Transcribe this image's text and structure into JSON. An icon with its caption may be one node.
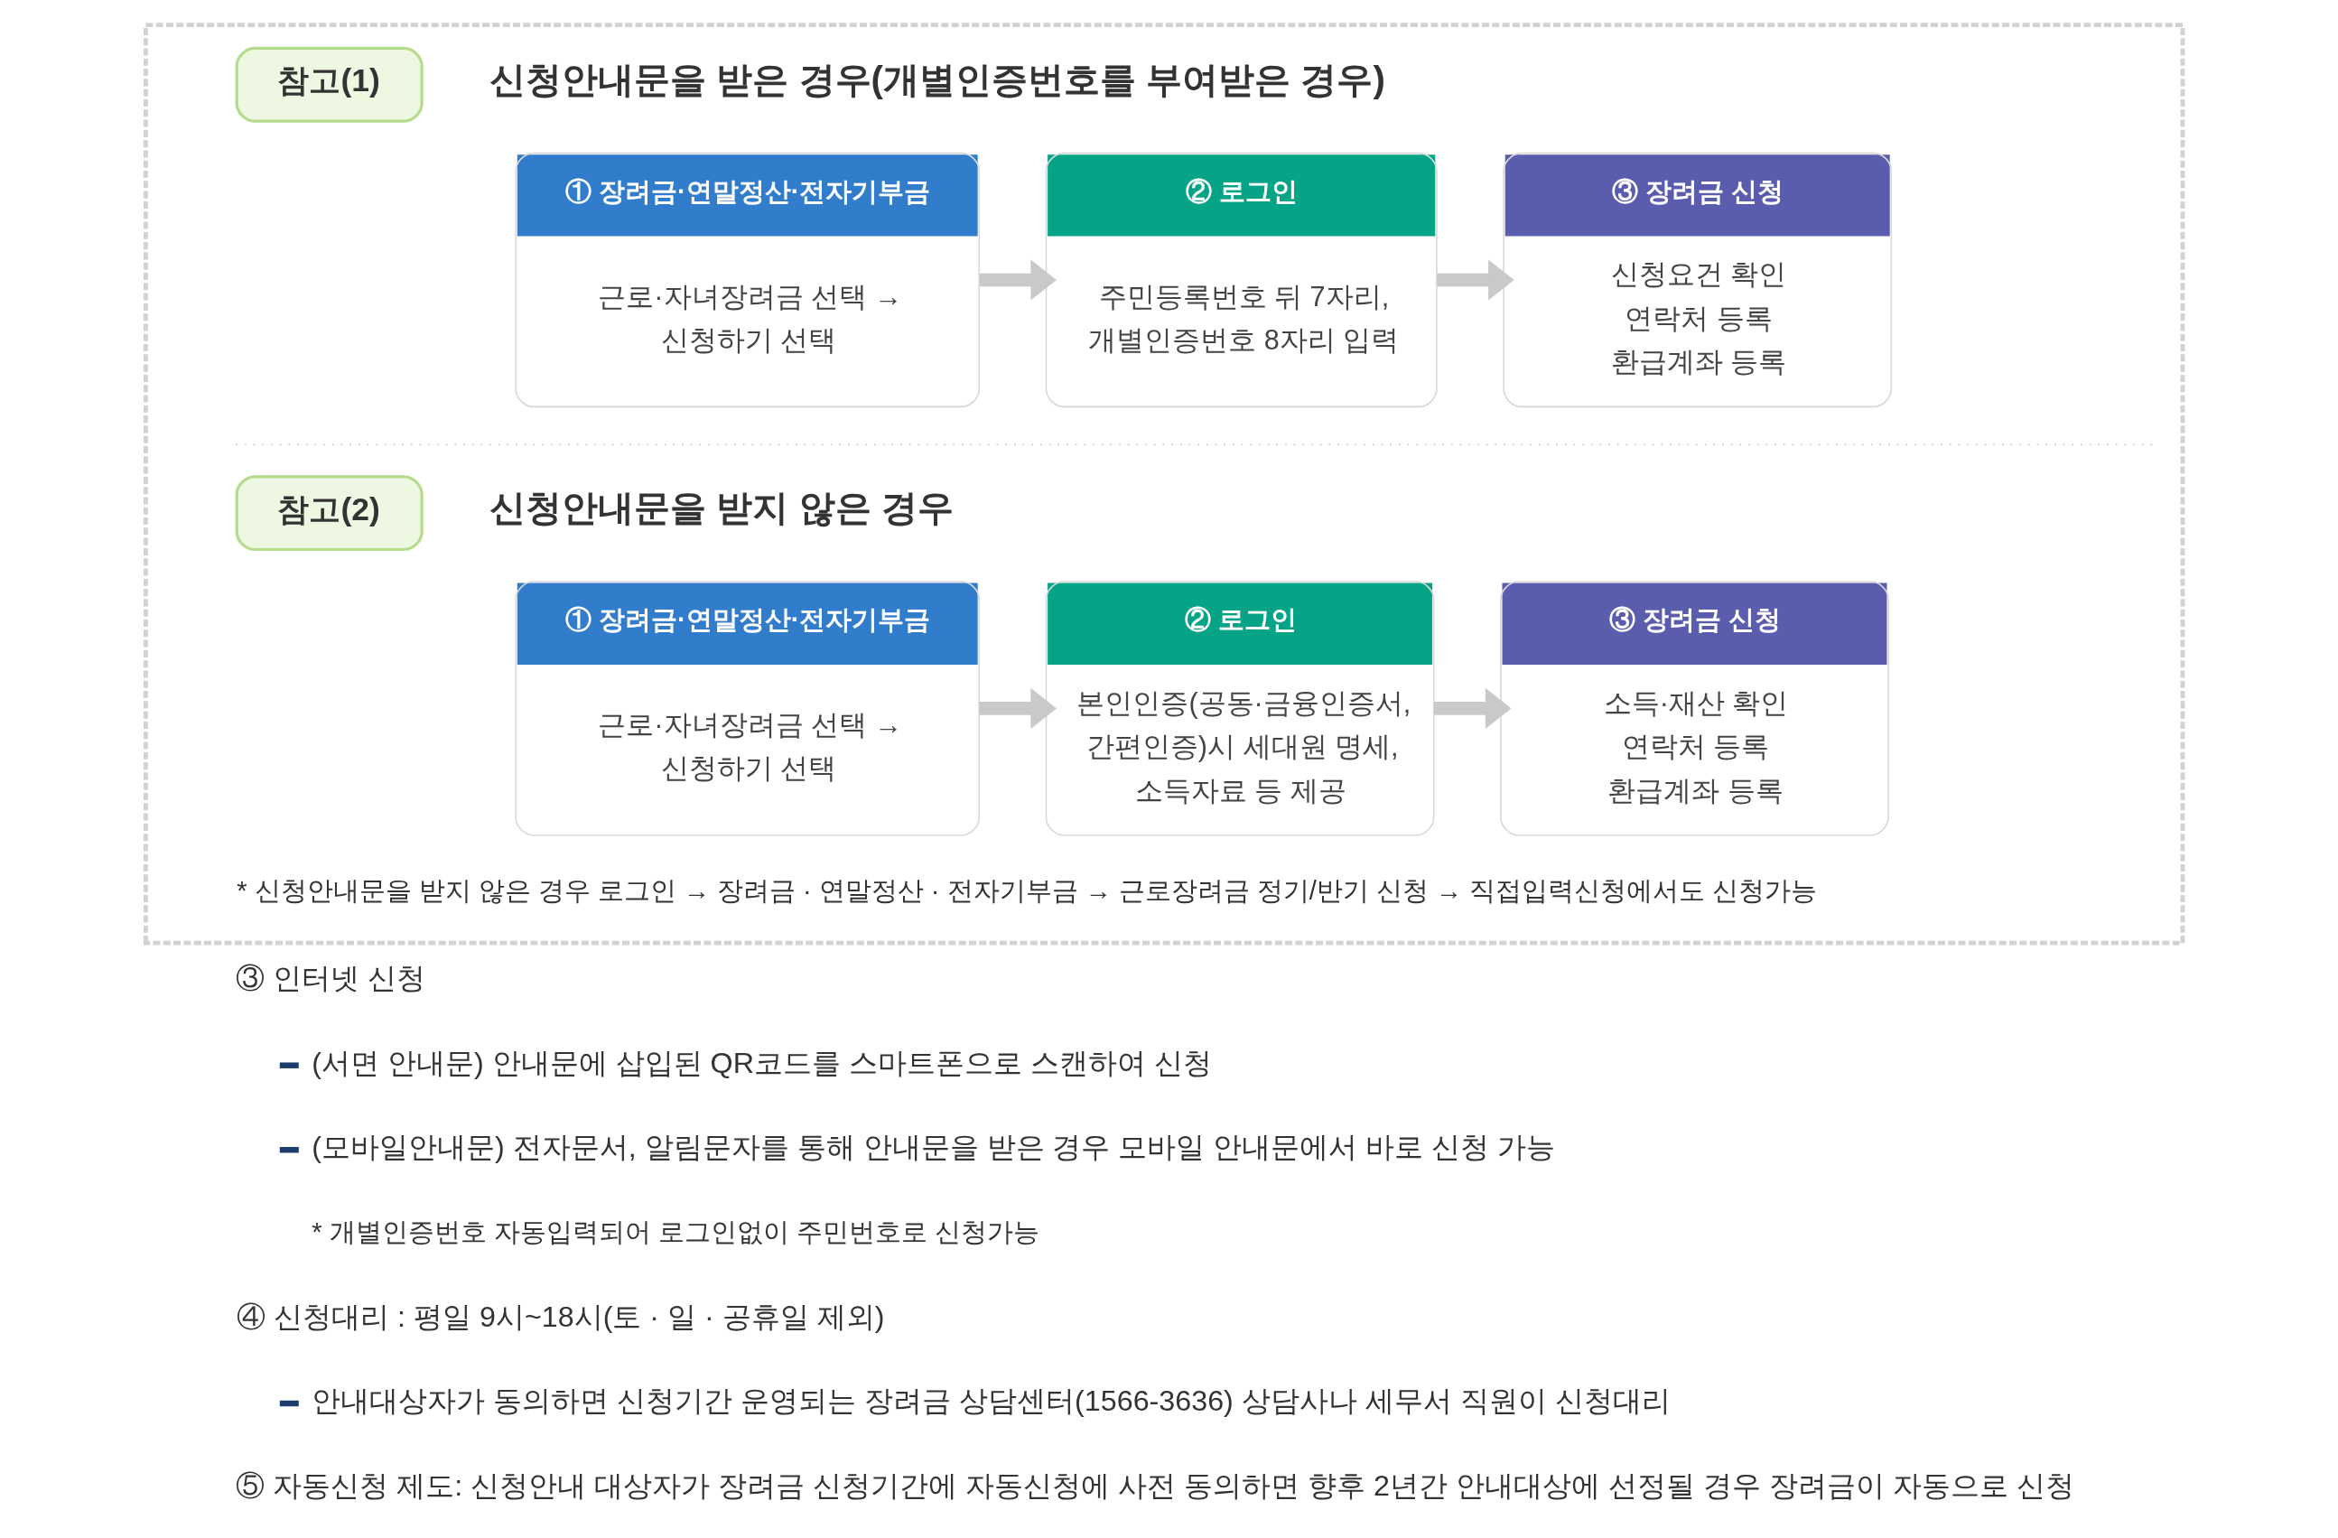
{
  "diagram": {
    "nodes": [
      {
        "text": [],
        "shape": "box"
      },
      {
        "text": [
          "참고(1)"
        ],
        "beside": [
          "신청안내문을 받은 경우(개별인증번호를 부여받은 경우)"
        ],
        "in": 0
      },
      {
        "text": [
          "① 장려금·연말정산·전자기부금",
          "근로·자녀장려금 선택 → 신청하기 선택"
        ],
        "in": 0
      },
      {
        "text": [
          "② 로그인",
          "주민등록번호 뒤 7자리, 개별인증번호 8자리 입력"
        ],
        "in": 0
      },
      {
        "text": [
          "③ 장려금 신청",
          "신청요건 확인",
          "연락처 등록",
          "환급계좌 등록"
        ],
        "in": 0
      },
      {
        "text": [
          "참고(2)"
        ],
        "beside": [
          "신청안내문을 받지 않은 경우"
        ],
        "in": 0
      },
      {
        "text": [
          "① 장려금·연말정산·전자기부금",
          "근로·자녀장려금 선택 → 신청하기 선택"
        ],
        "in": 0
      },
      {
        "text": [
          "② 로그인",
          "본인인증(공동·금융인증서, 간편인증)시 세대원 명세, 소득자료 등 제공"
        ],
        "in": 0
      },
      {
        "text": [
          "③ 장려금 신청",
          "소득·재산 확인",
          "연락처 등록",
          "환급계좌 등록"
        ],
        "in": 0
      }
    ],
    "edges": [
      {
        "from": 2,
        "to": 3,
        "arrow": "to"
      },
      {
        "from": 3,
        "to": 4,
        "arrow": "to"
      },
      {
        "from": 6,
        "to": 7,
        "arrow": "to"
      },
      {
        "from": 7,
        "to": 8,
        "arrow": "to"
      }
    ],
    "labels": [
      "* 신청안내문을 받지 않은 경우 로그인 → 장려금 · 연말정산 · 전자기부금 → 근로장려금 정기/반기 신청 → 직접입력신청에서도 신청가능",
      "③ 인터넷 신청",
      "(서면 안내문) 안내문에 삽입된 QR코드를 스마트폰으로 스캔하여 신청",
      "(모바일안내문) 전자문서, 알림문자를 통해 안내문을 받은 경우 모바일 안내문에서 바로 신청 가능",
      "* 개별인증번호 자동입력되어 로그인없이 주민번호로 신청가능",
      "④ 신청대리 : 평일 9시~18시(토 · 일 · 공휴일 제외)",
      "안내대상자가 동의하면 신청기간 운영되는 장려금 상담센터(1566-3636) 상담사나 세무서 직원이 신청대리",
      "⑤ 자동신청 제도: 신청안내 대상자가 장려금 신청기간에 자동신청에 사전 동의하면 향후 2년간 안내대상에 선정될 경우 장려금이 자동으로 신청"
    ]
  }
}
